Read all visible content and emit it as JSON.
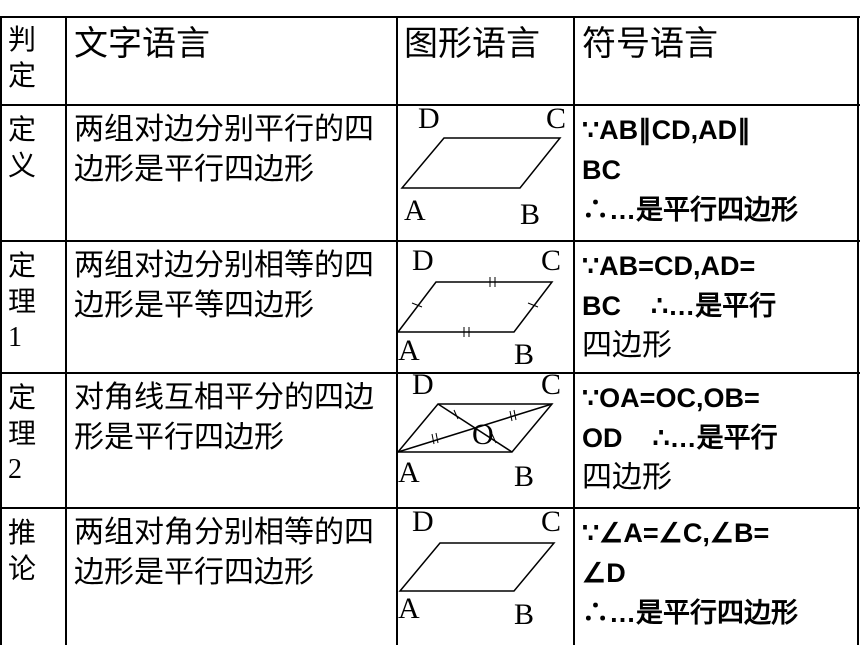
{
  "header": {
    "judge": "判定",
    "text": "文字语言",
    "figure": "图形语言",
    "symbol": "符号语言"
  },
  "rows": [
    {
      "judge_line1": "定",
      "judge_line2": "义",
      "judge_line3": "",
      "text": "两组对边分别平行的四边形是平行四边形",
      "symbol_line1": "∵AB∥CD,AD∥",
      "symbol_line2": "BC",
      "symbol_line3": "∴…是平行四边形",
      "labels": {
        "D": "D",
        "C": "C",
        "A": "A",
        "B": "B"
      }
    },
    {
      "judge_line1": "定",
      "judge_line2": "理",
      "judge_line3": "1",
      "text": "两组对边分别相等的四边形是平等四边形",
      "symbol_line1": "∵AB=CD,AD=",
      "symbol_line2": "BC    ∴…是平行",
      "symbol_line3": "四边形",
      "labels": {
        "D": "D",
        "C": "C",
        "A": "A",
        "B": "B"
      }
    },
    {
      "judge_line1": "定",
      "judge_line2": "理",
      "judge_line3": "2",
      "text": "对角线互相平分的四边形是平行四边形",
      "symbol_line1": "∵OA=OC,OB=",
      "symbol_line2": "OD    ∴…是平行",
      "symbol_line3": "四边形",
      "labels": {
        "D": "D",
        "C": "C",
        "A": "A",
        "B": "B",
        "O": "O"
      }
    },
    {
      "judge_line1": "推",
      "judge_line2": "论",
      "judge_line3": "",
      "text": "两组对角分别相等的四边形是平行四边形",
      "symbol_line1": "∵∠A=∠C,∠B=",
      "symbol_line2": "∠D",
      "symbol_line3": "∴…是平行四边形",
      "labels": {
        "D": "D",
        "C": "C",
        "A": "A",
        "B": "B"
      }
    }
  ]
}
